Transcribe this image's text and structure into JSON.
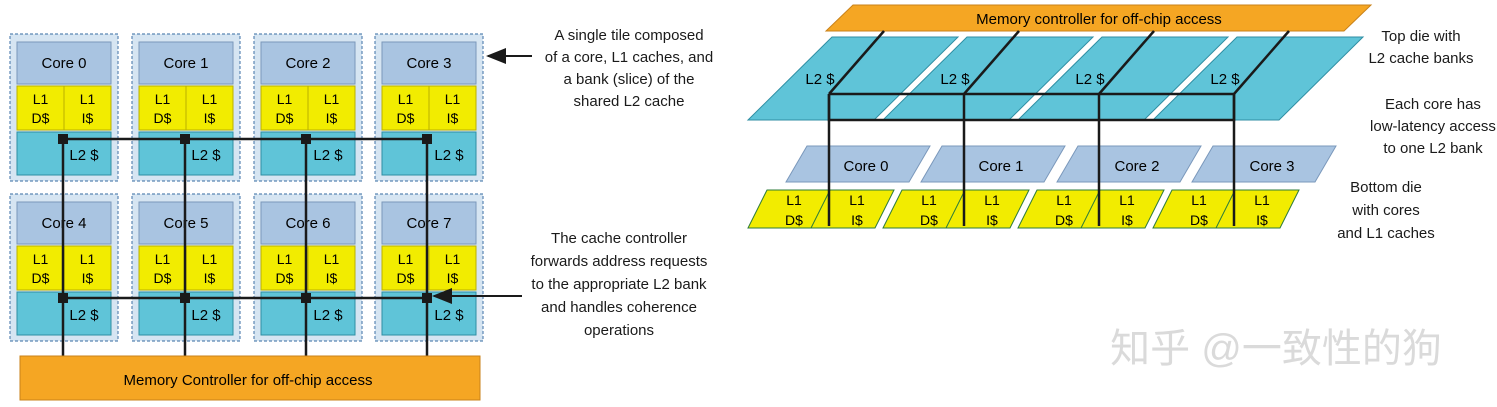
{
  "left": {
    "cores": [
      "Core 0",
      "Core 1",
      "Core 2",
      "Core 3",
      "Core 4",
      "Core 5",
      "Core 6",
      "Core 7"
    ],
    "l1d": [
      "L1",
      "D$"
    ],
    "l1i": [
      "L1",
      "I$"
    ],
    "l2": "L2 $",
    "memory_controller": "Memory Controller for off-chip access",
    "callout_tile": [
      "A single tile composed",
      "of a core, L1 caches, and",
      "a bank (slice) of the",
      "shared L2 cache"
    ],
    "callout_controller": [
      "The cache controller",
      "forwards address requests",
      "to the appropriate L2 bank",
      "and handles coherence",
      "operations"
    ]
  },
  "right": {
    "memory_controller": "Memory controller for off-chip access",
    "cores": [
      "Core 0",
      "Core 1",
      "Core 2",
      "Core 3"
    ],
    "l2": "L2 $",
    "l1d": [
      "L1",
      "D$"
    ],
    "l1i": [
      "L1",
      "I$"
    ],
    "label_top_die": [
      "Top die with",
      "L2 cache banks"
    ],
    "label_access": [
      "Each core has",
      "low-latency access",
      "to one L2 bank"
    ],
    "label_bottom_die": [
      "Bottom die",
      "with cores",
      "and L1 caches"
    ]
  },
  "watermark": "知乎 @一致性的狗",
  "colors": {
    "core_fill": "#a9c4e1",
    "l1_fill": "#f2ec00",
    "l2_fill": "#5fc4d8",
    "tile_bg": "#d6e5f2",
    "controller_fill": "#f5a623",
    "line": "#1a1a1a"
  }
}
